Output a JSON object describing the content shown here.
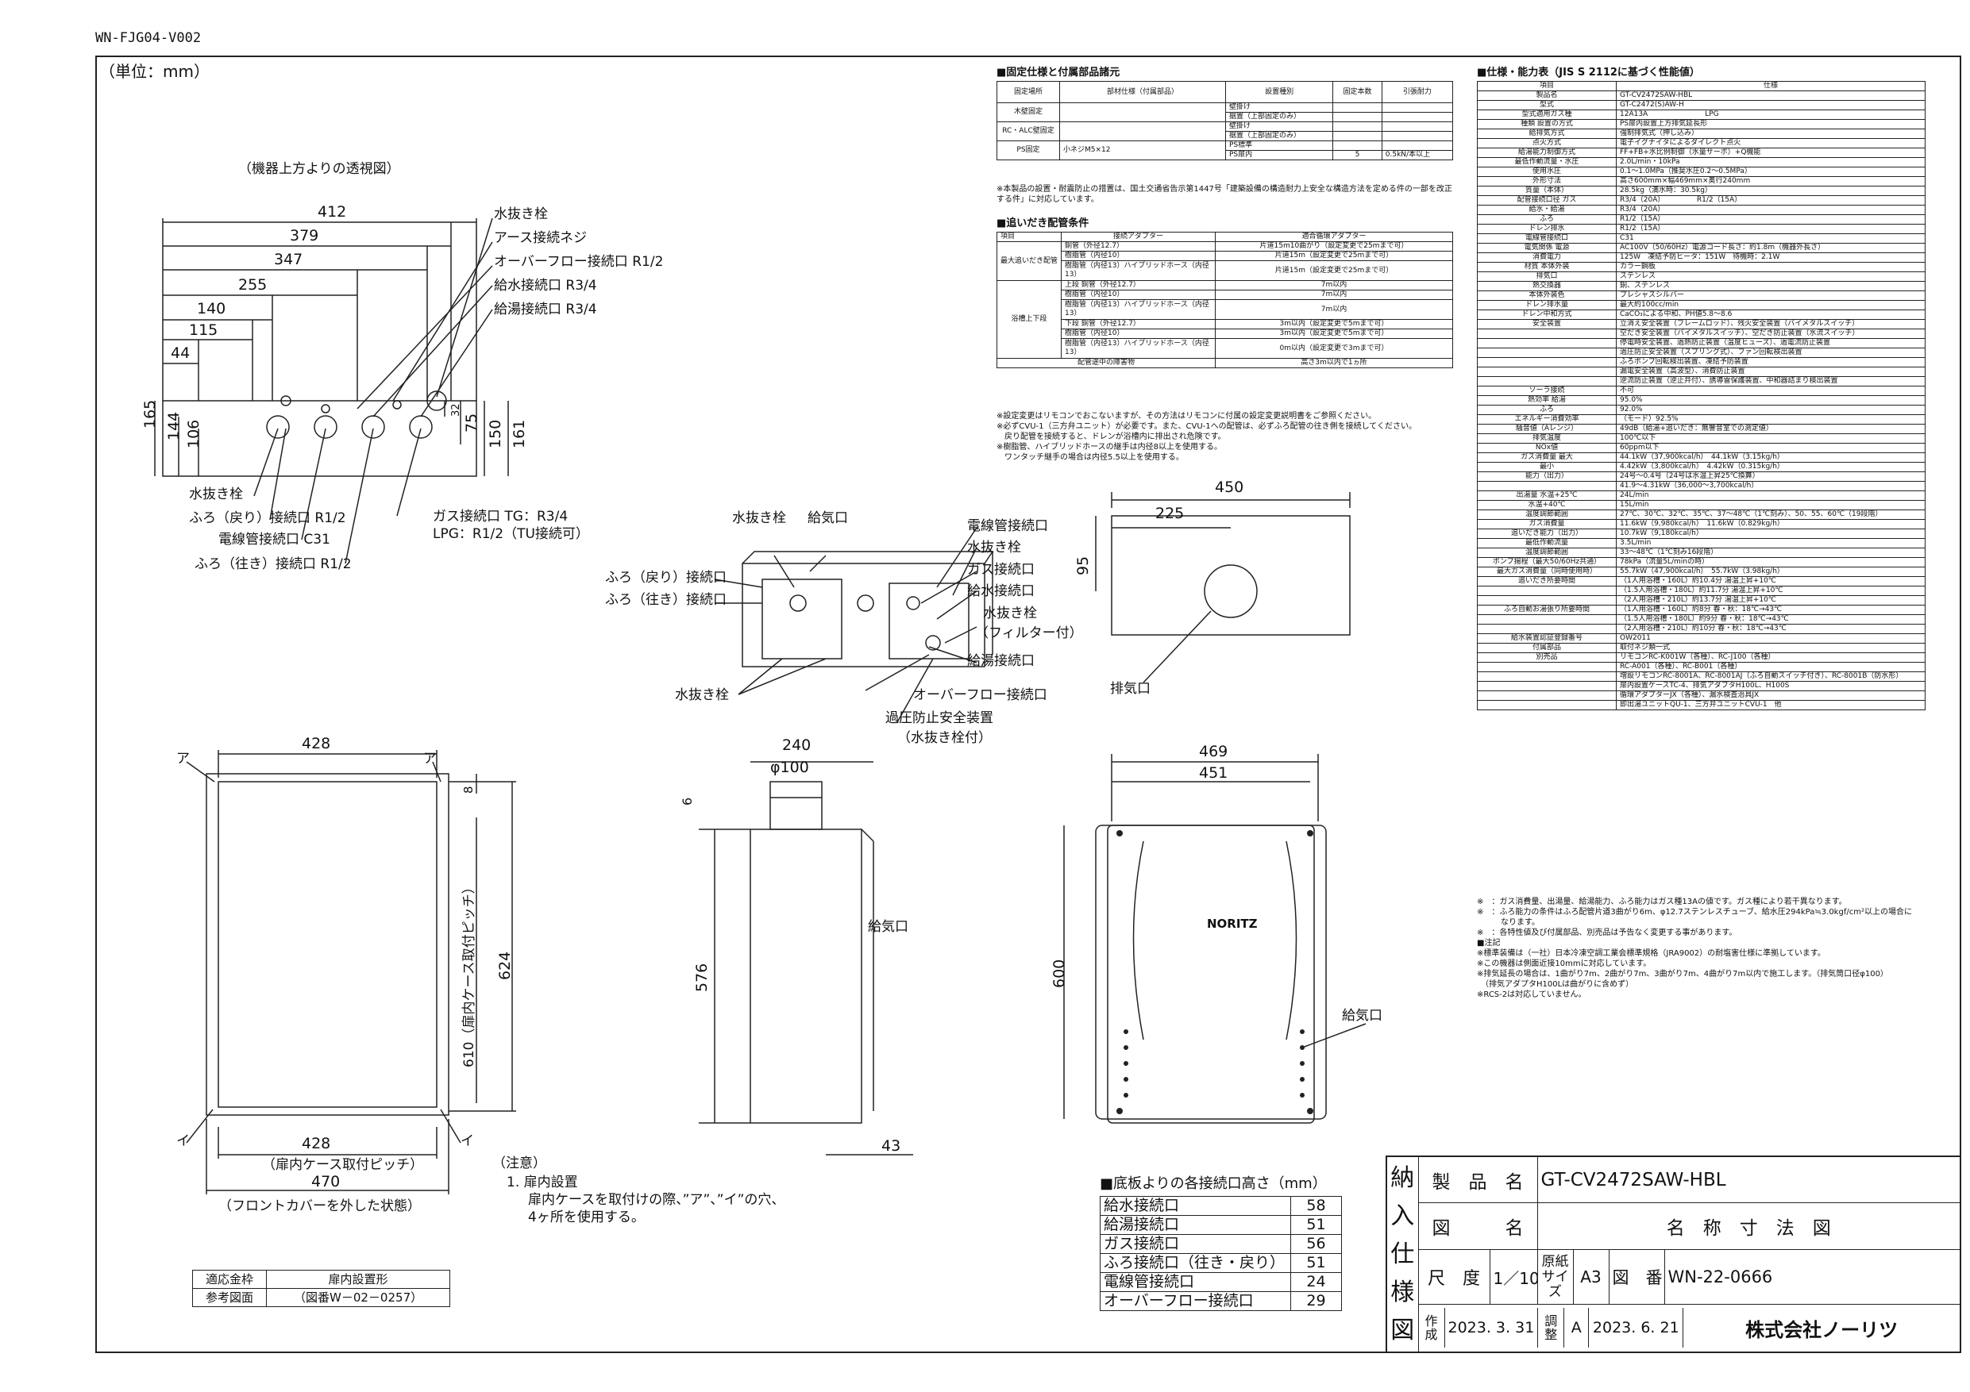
{
  "doc_code": "WN-FJG04-V002",
  "unit_label": "（単位：mm）",
  "top_view": {
    "caption": "（機器上方よりの透視図）",
    "dims": [
      "412",
      "379",
      "347",
      "255",
      "140",
      "115",
      "44"
    ],
    "vdims": [
      "165",
      "144",
      "106",
      "32",
      "75",
      "150",
      "161"
    ],
    "labels": [
      "水抜き栓",
      "アース接続ネジ",
      "オーバーフロー接続口 R1/2",
      "給水接続口 R3/4",
      "給湯接続口 R3/4"
    ],
    "bottom_labels": [
      "水抜き栓",
      "ふろ（戻り）接続口 R1/2",
      "電線管接続口 C31",
      "ふろ（往き）接続口 R1/2",
      "ガス接続口 TG：R3/4",
      "LPG：R1/2（TU接続可）"
    ]
  },
  "fixing_spec": {
    "title": "■固定仕様と付属部品諸元",
    "headers": [
      "固定場所",
      "部材仕様（付属部品）",
      "設置種別",
      "固定本数",
      "引張耐力"
    ],
    "rows": [
      [
        "木壁固定",
        "",
        "壁掛け",
        "",
        ""
      ],
      [
        "",
        "",
        "据置（上部固定のみ）",
        "",
        ""
      ],
      [
        "RC・ALC壁固定",
        "",
        "壁掛け",
        "",
        ""
      ],
      [
        "",
        "",
        "据置（上部固定のみ）",
        "",
        ""
      ],
      [
        "PS固定",
        "小ネジM5×12",
        "PS標準",
        "",
        ""
      ],
      [
        "",
        "",
        "PS扉内",
        "5",
        "0.5kN/本以上"
      ]
    ],
    "note": "※本製品の設置・耐震防止の措置は、国土交通省告示第1447号「建築設備の構造耐力上安全な構造方法を定める件の一部を改正する件」に対応しています。"
  },
  "piping": {
    "title": "■追いだき配管条件",
    "headers": [
      "項目",
      "接続アダプター",
      "適合循環アダプター"
    ],
    "rows": [
      [
        "最大追いだき配管",
        "銅管（外径12.7）",
        "片道15m10曲がり（設定変更で25mまで可）"
      ],
      [
        "",
        "樹脂管（内径10）",
        "片道15m（設定変更で25mまで可）"
      ],
      [
        "",
        "樹脂管（内径13）ハイブリッドホース（内径13）",
        "片道15m（設定変更で25mまで可）"
      ],
      [
        "浴槽上下段",
        "上段 銅管（外径12.7）",
        "7m以内"
      ],
      [
        "",
        "樹脂管（内径10）",
        "7m以内"
      ],
      [
        "",
        "樹脂管（内径13）ハイブリッドホース（内径13）",
        "7m以内"
      ],
      [
        "",
        "下段 銅管（外径12.7）",
        "3m以内（設定変更で5mまで可）"
      ],
      [
        "",
        "樹脂管（内径10）",
        "3m以内（設定変更で5mまで可）"
      ],
      [
        "",
        "樹脂管（内径13）ハイブリッドホース（内径13）",
        "0m以内（設定変更で3mまで可）"
      ],
      [
        "配管途中の障害物",
        "",
        "高さ3m以内で1ヵ所"
      ]
    ],
    "notes": [
      "※設定変更はリモコンでおこないますが、その方法はリモコンに付属の設定変更説明書をご参照ください。",
      "※必ずCVU-1（三方弁ユニット）が必要です。また、CVU-1への配管は、必ずふろ配管の往き側を接続してください。",
      "　戻り配管を接続すると、ドレンが浴槽内に排出され危険です。",
      "※樹脂管、ハイブリッドホースの継手は内径8以上を使用する。",
      "　ワンタッチ継手の場合は内径5.5以上を使用する。"
    ]
  },
  "perspective": {
    "labels": [
      "水抜き栓",
      "給気口",
      "電線管接続口",
      "水抜き栓",
      "ガス接続口",
      "給水接続口",
      "ふろ（戻り）接続口",
      "ふろ（往き）接続口",
      "水抜き栓",
      "（フィルター付）",
      "給湯接続口",
      "水抜き栓",
      "オーバーフロー接続口",
      "過圧防止安全装置",
      "（水抜き栓付）"
    ]
  },
  "top_right_view": {
    "w": "450",
    "off": "225",
    "h": "95",
    "label": "排気口"
  },
  "front_case": {
    "w_top": "428",
    "w_bot": "428",
    "w_total": "470",
    "h_pitch": "624",
    "h_label": "610（扉内ケース取付ピッチ）",
    "top_off": "8",
    "a": "ア",
    "i": "イ",
    "pitch_label": "（扉内ケース取付ピッチ）",
    "front_cover": "（フロントカバーを外した状態）"
  },
  "side_view": {
    "w": "240",
    "d": "φ100",
    "top": "6",
    "h": "576",
    "bot": "43",
    "label": "給気口"
  },
  "front_view": {
    "w1": "469",
    "w2": "451",
    "h": "600",
    "logo": "NORITZ",
    "label": "給気口"
  },
  "notes_section": {
    "title": "（注意）",
    "lines": [
      "1. 扉内設置",
      "　扉内ケースを取付けの際、”ア”、”イ”の穴、",
      "　4ヶ所を使用する。"
    ]
  },
  "ref_table": [
    [
      "適応金枠",
      "扉内設置形"
    ],
    [
      "参考図面",
      "（図番W－02－0257）"
    ]
  ],
  "heights": {
    "title": "■底板よりの各接続口高さ（mm）",
    "rows": [
      [
        "給水接続口",
        "58"
      ],
      [
        "給湯接続口",
        "51"
      ],
      [
        "ガス接続口",
        "56"
      ],
      [
        "ふろ接続口（往き・戻り）",
        "51"
      ],
      [
        "電線管接続口",
        "24"
      ],
      [
        "オーバーフロー接続口",
        "29"
      ]
    ]
  },
  "spec": {
    "title": "■仕様・能力表（JIS S 2112に基づく性能値）",
    "headers": [
      "項目",
      "仕様"
    ],
    "rows": [
      [
        "製品名",
        "GT-CV2472SAW-HBL"
      ],
      [
        "型式",
        "GT-C2472(S)AW-H"
      ],
      [
        "型式適用ガス種",
        "12A13A　　　　　　　　LPG"
      ],
      [
        "種類 設置の方式",
        "PS扉内設置上方排気延長形"
      ],
      [
        "給排気方式",
        "強制排気式（押し込み）"
      ],
      [
        "点火方式",
        "電子イグナイタによるダイレクト点火"
      ],
      [
        "給湯能力制御方式",
        "FF+FB+水比例制御（水量サーボ）+Q機能"
      ],
      [
        "最低作動流量・水圧",
        "2.0L/min・10kPa"
      ],
      [
        "使用水圧",
        "0.1～1.0MPa（推奨水圧0.2～0.5MPa）"
      ],
      [
        "外形寸法",
        "高さ600mm×幅469mm×奥行240mm"
      ],
      [
        "質量（本体）",
        "28.5kg（満水時：30.5kg）"
      ],
      [
        "配管接続口径 ガス",
        "R3/4（20A）　　　　　R1/2（15A）"
      ],
      [
        "給水・給湯",
        "R3/4（20A）"
      ],
      [
        "ふろ",
        "R1/2（15A）"
      ],
      [
        "ドレン排水",
        "R1/2（15A）"
      ],
      [
        "電線管接続口",
        "C31"
      ],
      [
        "電気関係 電源",
        "AC100V（50/60Hz）電源コード長さ：約1.8m（機器外長さ）"
      ],
      [
        "消費電力",
        "125W　凍結予防ヒータ：151W　待機時：2.1W"
      ],
      [
        "材質 本体外装",
        "カラー鋼板"
      ],
      [
        "排気口",
        "ステンレス"
      ],
      [
        "熱交換器",
        "銅、ステンレス"
      ],
      [
        "本体外装色",
        "プレシャスシルバー"
      ],
      [
        "ドレン排水量",
        "最大約100cc/min"
      ],
      [
        "ドレン中和方式",
        "CaCO₃による中和、PH値5.8～8.6"
      ],
      [
        "安全装置",
        "立消え安全装置（フレームロッド）、残火安全装置（バイメタルスイッチ）"
      ],
      [
        "",
        "空だき安全装置（バイメタルスイッチ）、空だき防止装置（水流スイッチ）"
      ],
      [
        "",
        "停電時安全装置、過熱防止装置（温度ヒューズ）、過電流防止装置"
      ],
      [
        "",
        "過圧防止安全装置（スプリング式）、ファン回転検出装置"
      ],
      [
        "",
        "ふろポンプ回転検出装置、凍結予防装置"
      ],
      [
        "",
        "漏電安全装置（高波型）、消費防止装置"
      ],
      [
        "",
        "逆流防止装置（逆止弁付）、誘導雷保護装置、中和器詰まり検出装置"
      ],
      [
        "ソーラ接続",
        "不可"
      ],
      [
        "熱効率 給湯",
        "95.0%"
      ],
      [
        "ふろ",
        "92.0%"
      ],
      [
        "エネルギー消費効率",
        "（モード）92.5%"
      ],
      [
        "騒音値（Aレンジ）",
        "49dB（給湯+追いだき：無響音室での測定値）"
      ],
      [
        "排気温度",
        "100℃以下"
      ],
      [
        "NOx値",
        "60ppm以下"
      ],
      [
        "ガス消費量 最大",
        "44.1kW（37,900kcal/h）　44.1kW（3.15kg/h）"
      ],
      [
        "最小",
        "4.42kW（3,800kcal/h）　4.42kW（0.315kg/h）"
      ],
      [
        "能力（出力）",
        "24号～0.4号（24号は水温上昇25℃換算）"
      ],
      [
        "",
        "41.9～4.31kW（36,000～3,700kcal/h）"
      ],
      [
        "出湯量 水温+25℃",
        "24L/min"
      ],
      [
        "水温+40℃",
        "15L/min"
      ],
      [
        "温度調節範囲",
        "27℃、30℃、32℃、35℃、37～48℃（1℃刻み）、50、55、60℃（19段階）"
      ],
      [
        "ガス消費量",
        "11.6kW（9,980kcal/h）　11.6kW（0.829kg/h）"
      ],
      [
        "追いだき能力（出力）",
        "10.7kW（9,180kcal/h）"
      ],
      [
        "最低作動流量",
        "3.5L/min"
      ],
      [
        "温度調節範囲",
        "33～48℃（1℃刻み16段階）"
      ],
      [
        "ポンプ揚程（最大50/60Hz共通）",
        "78kPa（流量5L/minの時）"
      ],
      [
        "最大ガス消費量（同時使用時）",
        "55.7kW（47,900kcal/h）　55.7kW（3.98kg/h）"
      ],
      [
        "追いだき所要時間",
        "（1人用浴槽・160L）約10.4分 湯温上昇+10℃"
      ],
      [
        "",
        "（1.5人用浴槽・180L）約11.7分 湯温上昇+10℃"
      ],
      [
        "",
        "（2人用浴槽・210L）約13.7分 湯温上昇+10℃"
      ],
      [
        "ふろ自動お湯張り所要時間",
        "（1人用浴槽・160L）約8分 春・秋：18℃→43℃"
      ],
      [
        "",
        "（1.5人用浴槽・180L）約9分 春・秋：18℃→43℃"
      ],
      [
        "",
        "（2人用浴槽・210L）約10分 春・秋：18℃→43℃"
      ],
      [
        "給水装置認証登録番号",
        "OW2011"
      ],
      [
        "付属部品",
        "取付ネジ類一式"
      ],
      [
        "別売品",
        "リモコンRC-K001W（各種）、RC-J100（各種）"
      ],
      [
        "",
        "RC-A001（各種）、RC-B001（各種）"
      ],
      [
        "",
        "増設リモコンRC-8001A、RC-8001AJ（ふろ自動スイッチ付き）、RC-8001B（防水形）"
      ],
      [
        "",
        "扉内設置ケースTC-4、排気アダプタH100L、H100S"
      ],
      [
        "",
        "循環アダプターJX（各種）、漏水検査治具JX"
      ],
      [
        "",
        "即出湯ユニットQU-1、三方弁ユニットCVU-1　他"
      ]
    ],
    "notes": [
      "※　：ガス消費量、出湯量、給湯能力、ふろ能力はガス種13Aの値です。ガス種により若干異なります。",
      "※　：ふろ能力の条件はふろ配管片道3曲がり6m、φ12.7ステンレスチューブ、給水圧294kPa≒3.0kgf/cm²以上の場合に",
      "　　　なります。",
      "※　：各特性値及び付属部品、別売品は予告なく変更する事があります。",
      "■注記",
      "※標準装備は（一社）日本冷凍空調工業会標準規格（JRA9002）の耐塩害仕様に準拠しています。",
      "※この機器は側面近接10mmに対応しています。",
      "※排気延長の場合は、1曲がり7m、2曲がり7m、3曲がり7m、4曲がり7m以内で施工します。（排気筒口径φ100）",
      "　（排気アダプタH100Lは曲がりに含めず）",
      "※RCS-2は対応していません。"
    ]
  },
  "title_block": {
    "side_chars": [
      "納",
      "入",
      "仕",
      "様",
      "図"
    ],
    "product_label": "製　品　名",
    "product": "GT-CV2472SAW-HBL",
    "figure_label": "図　　　名",
    "figure": "名　称　寸　法　図",
    "scale_label": "尺　度",
    "scale": "1／10",
    "paper_label": "原紙サイズ",
    "paper": "A3",
    "drawing_no_label": "図　番",
    "drawing_no": "WN-22-0666",
    "made_label": "作成",
    "made": "2023. 3. 31",
    "adjusted_label": "調整",
    "rev": "A",
    "adjusted": "2023. 6. 21",
    "company": "株式会社ノーリツ"
  }
}
